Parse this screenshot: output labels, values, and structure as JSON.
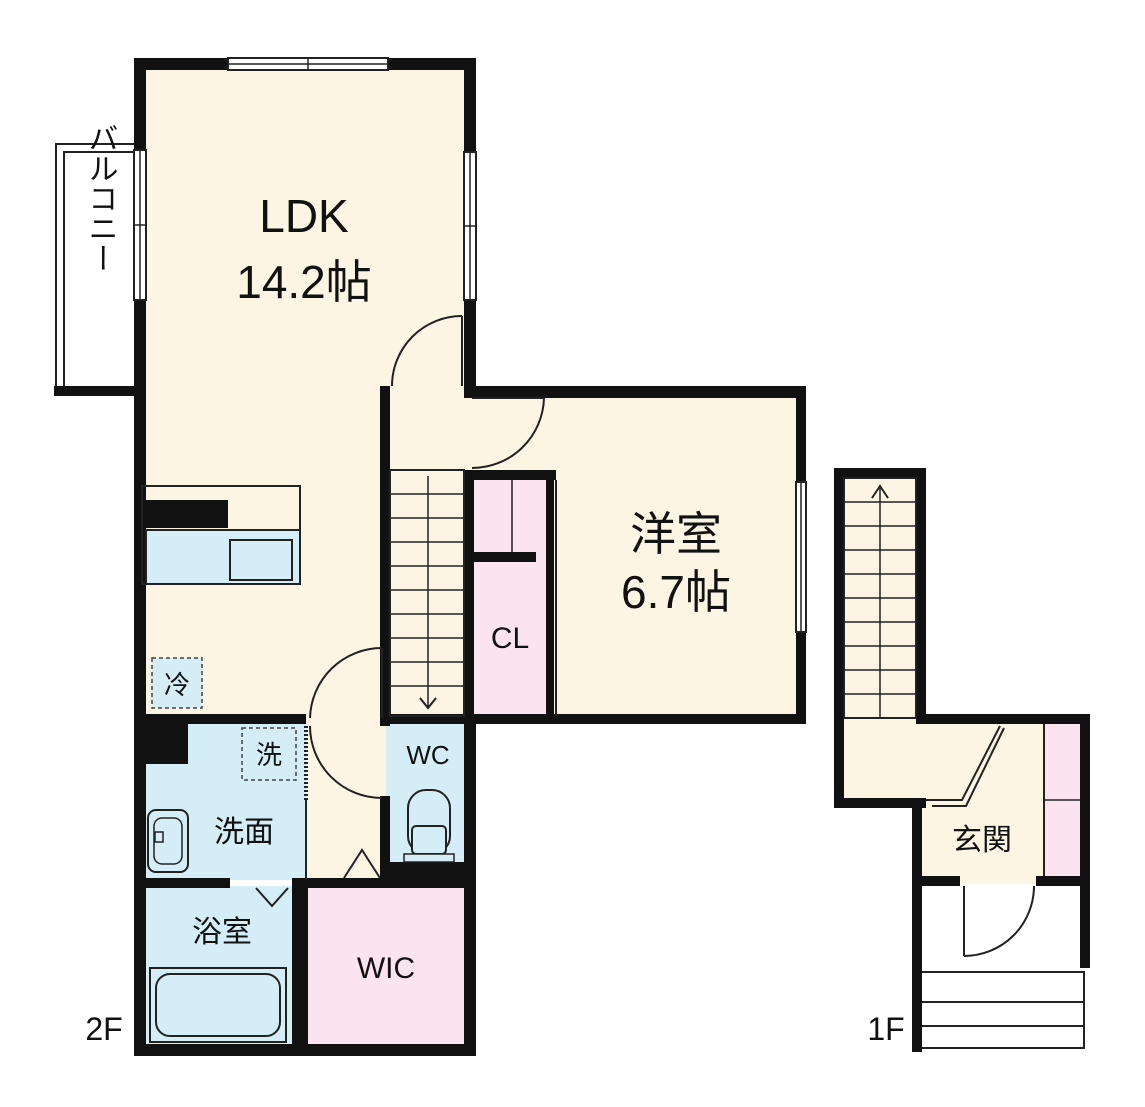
{
  "floor_2": {
    "label": "2F",
    "rooms": {
      "ldk": {
        "name": "LDK",
        "size": "14.2帖"
      },
      "youshitsu": {
        "name": "洋室",
        "size": "6.7帖"
      },
      "closet": {
        "name": "CL"
      },
      "wc": {
        "name": "WC"
      },
      "senmen": {
        "name": "洗面"
      },
      "yokushitsu": {
        "name": "浴室"
      },
      "wic": {
        "name": "WIC"
      }
    },
    "balcony": {
      "name": "バルコニー"
    },
    "fixtures": {
      "fridge": "冷",
      "washer": "洗"
    }
  },
  "floor_1": {
    "label": "1F",
    "rooms": {
      "genkan": {
        "name": "玄関"
      }
    }
  },
  "colors": {
    "living": "#fcf5e3",
    "wet": "#d4edf7",
    "storage": "#fbe4ef",
    "wall": "#111111"
  }
}
